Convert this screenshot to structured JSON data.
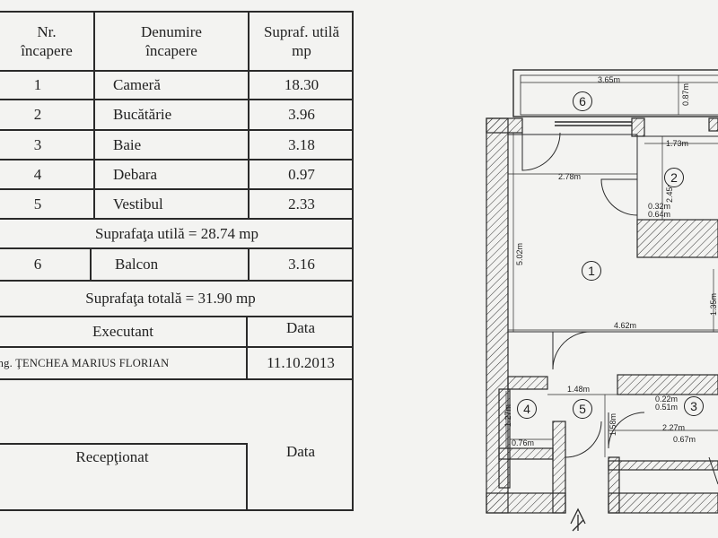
{
  "table": {
    "headers": {
      "nr": "Nr.\nîncapere",
      "name": "Denumire\nîncapere",
      "area": "Supraf. utilă\nmp"
    },
    "rooms": [
      {
        "nr": "1",
        "name": "Cameră",
        "area": "18.30"
      },
      {
        "nr": "2",
        "name": "Bucătărie",
        "area": "3.96"
      },
      {
        "nr": "3",
        "name": "Baie",
        "area": "3.18"
      },
      {
        "nr": "4",
        "name": "Debara",
        "area": "0.97"
      },
      {
        "nr": "5",
        "name": "Vestibul",
        "area": "2.33"
      }
    ],
    "useful_total": "Suprafaţa utilă  = 28.74 mp",
    "balcony": {
      "nr": "6",
      "name": "Balcon",
      "area": "3.16"
    },
    "grand_total": "Suprafaţa totală  = 31.90 mp",
    "executant_label": "Executant",
    "date_label": "Data",
    "executant_name": "ing. ŢENCHEA MARIUS FLORIAN",
    "executant_date": "11.10.2013",
    "received_label": "Recepţionat",
    "received_date_label": "Data"
  },
  "plan": {
    "room_numbers": [
      "1",
      "2",
      "3",
      "4",
      "5",
      "6"
    ],
    "dimensions": {
      "balcony_width": "3.65m",
      "balcony_depth": "0.87m",
      "kitchen_width": "1.73m",
      "kitchen_depth": "2.45m",
      "room_width_top": "2.78m",
      "room_height": "5.02m",
      "room_width": "4.62m",
      "niche": "0.32m\n0.64m",
      "hall_width": "1.48m",
      "storage_height": "1.27m",
      "storage_width": "0.76m",
      "hall_height": "1.58m",
      "bath_niche": "0.22m\n0.51m",
      "bath_width": "2.27m",
      "bath_small": "0.67m",
      "right_partial": "1.35m"
    }
  }
}
